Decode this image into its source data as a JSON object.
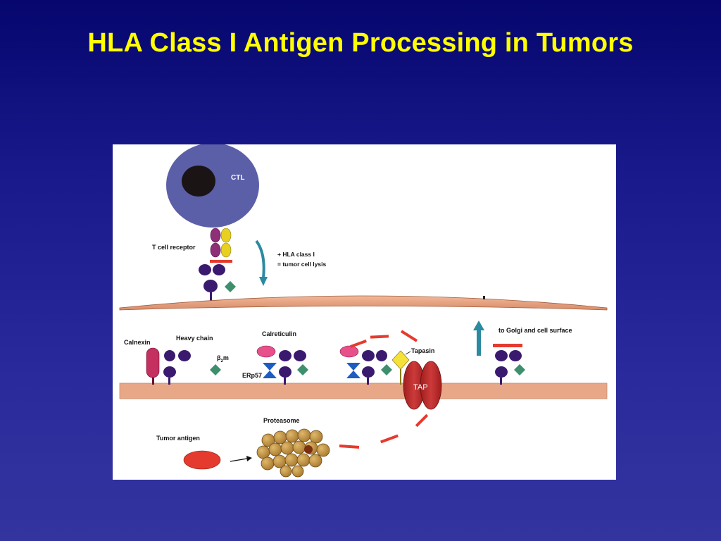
{
  "slide": {
    "title": "HLA Class I Antigen Processing in Tumors"
  },
  "diagram": {
    "labels": {
      "ctl": "CTL",
      "t_cell_receptor": "T cell receptor",
      "hla_plus": "+ HLA class I",
      "lysis": "= tumor cell lysis",
      "calnexin": "Calnexin",
      "heavy_chain": "Heavy chain",
      "b2m_beta": "β",
      "b2m_sub": "2",
      "b2m_m": "m",
      "calreticulin": "Calreticulin",
      "erp57": "ERp57",
      "tapasin": "Tapasin",
      "tap": "TAP",
      "golgi": "to Golgi and cell surface",
      "proteasome": "Proteasome",
      "tumor_antigen": "Tumor antigen"
    },
    "colors": {
      "ctl_cell": "#5b5fa8",
      "nucleus": "#1a1414",
      "heavy_chain": "#3a1a6e",
      "b2m": "#3e8f6e",
      "tcr_alpha": "#8e2f78",
      "tcr_beta": "#e8d020",
      "membrane": "#e8a888",
      "peptide": "#e53b2e",
      "calnexin": "#c43060",
      "calreticulin": "#e8508a",
      "erp57": "#1e5cc0",
      "tapasin": "#f4e23a",
      "tap": "#b82828",
      "proteasome": "#c89a48",
      "arrow_teal": "#2b8aa0"
    }
  }
}
